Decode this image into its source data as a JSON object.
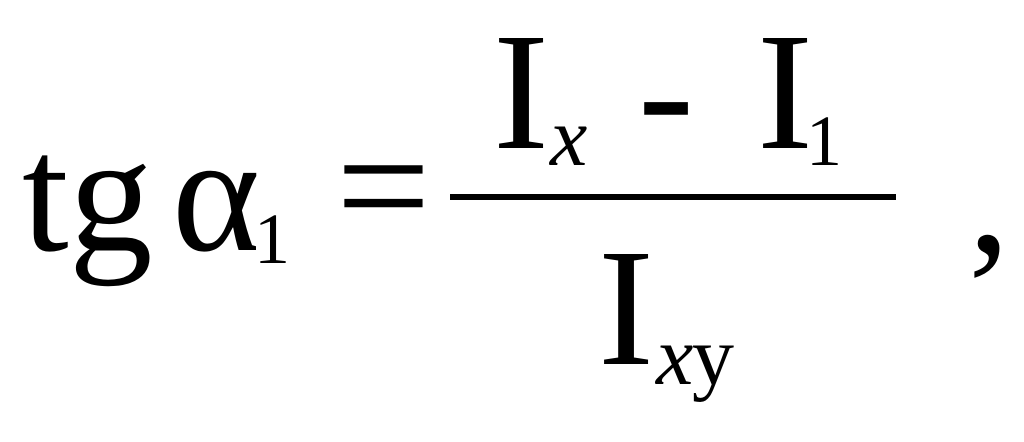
{
  "formula": {
    "lhs": {
      "function": "tg",
      "symbol": "α",
      "subscript": "1"
    },
    "equals": "=",
    "numerator": {
      "term1": {
        "symbol": "I",
        "subscript": "x"
      },
      "operator": "-",
      "term2": {
        "symbol": "I",
        "subscript": "1"
      }
    },
    "denominator": {
      "symbol": "I",
      "subscript_italic": "x",
      "subscript_upright": "y"
    },
    "trailing": ","
  }
}
